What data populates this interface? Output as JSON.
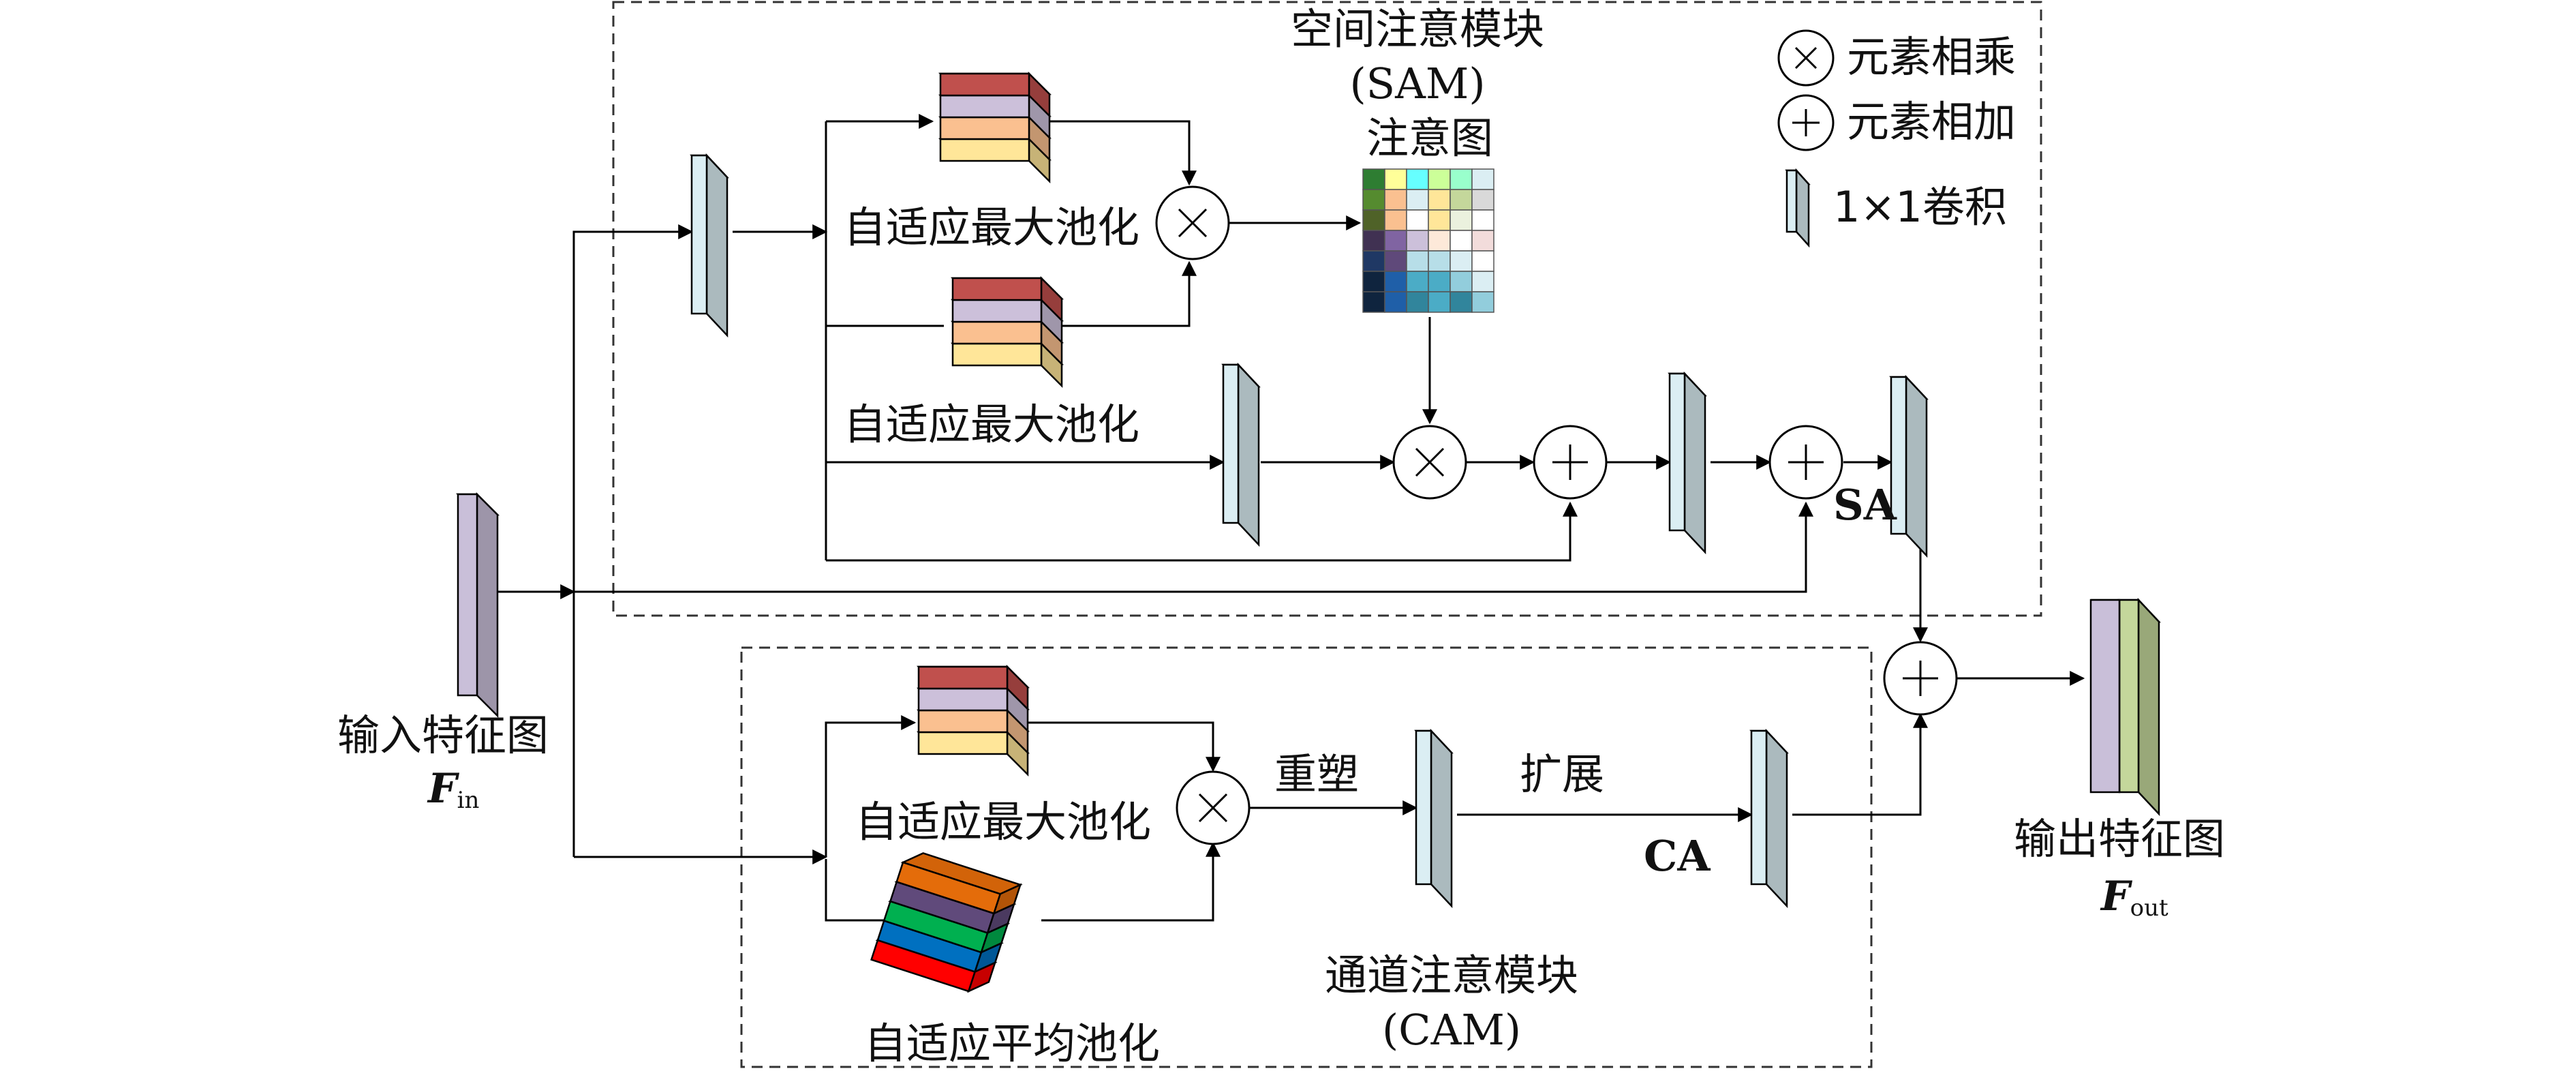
{
  "sam": {
    "title_line1": "空间注意模块",
    "title_line2": "(SAM)",
    "attention_map_label": "注意图",
    "pool_label_top": "自适应最大池化",
    "pool_label_bottom": "自适应最大池化",
    "output_label": "SA"
  },
  "cam": {
    "title_line1": "通道注意模块",
    "title_line2": "(CAM)",
    "max_pool_label": "自适应最大池化",
    "avg_pool_label": "自适应平均池化",
    "reshape_label": "重塑",
    "expand_label": "扩展",
    "output_label": "CA"
  },
  "input": {
    "label": "输入特征图",
    "symbol": "F",
    "subscript": "in"
  },
  "output": {
    "label": "输出特征图",
    "symbol": "F",
    "subscript": "out"
  },
  "legend": {
    "multiply_label": "元素相乘",
    "add_label": "元素相加",
    "conv_label": "1×1卷积"
  },
  "colors": {
    "input_feature": "#c9bfd9",
    "conv_block": "#dbeef3",
    "output_feature_a": "#c9bfd9",
    "output_feature_b": "#c4d79b",
    "pool_layers": [
      "#c0504d",
      "#ccc0da",
      "#fac090",
      "#ffe699",
      "#ffe699"
    ],
    "avg_pool_layers": [
      "#e46c0a",
      "#604a7b",
      "#00b050",
      "#0070c0",
      "#ff0000"
    ],
    "attention_map_grid": [
      [
        "#2e7d32",
        "#ffff99",
        "#66ffff",
        "#ccff99",
        "#99ffcc",
        "#dbeef3"
      ],
      [
        "#558b2f",
        "#fac090",
        "#dbeef3",
        "#ffe699",
        "#c4d79b",
        "#d9d9d9"
      ],
      [
        "#4f6228",
        "#fac090",
        "#ffffff",
        "#ffe699",
        "#ebf1de",
        "#ffffff"
      ],
      [
        "#403152",
        "#8064a2",
        "#ccc0da",
        "#fde9d9",
        "#ffffff",
        "#f2dcdb"
      ],
      [
        "#1f3864",
        "#5f497a",
        "#b7dee8",
        "#b7dee8",
        "#dbeef3",
        "#ffffff"
      ],
      [
        "#0f243e",
        "#1f5fa8",
        "#4bacc6",
        "#4bacc6",
        "#92cddc",
        "#dbeef3"
      ],
      [
        "#0f243e",
        "#1f5fa8",
        "#31859c",
        "#4bacc6",
        "#31859c",
        "#92cddc"
      ]
    ]
  }
}
